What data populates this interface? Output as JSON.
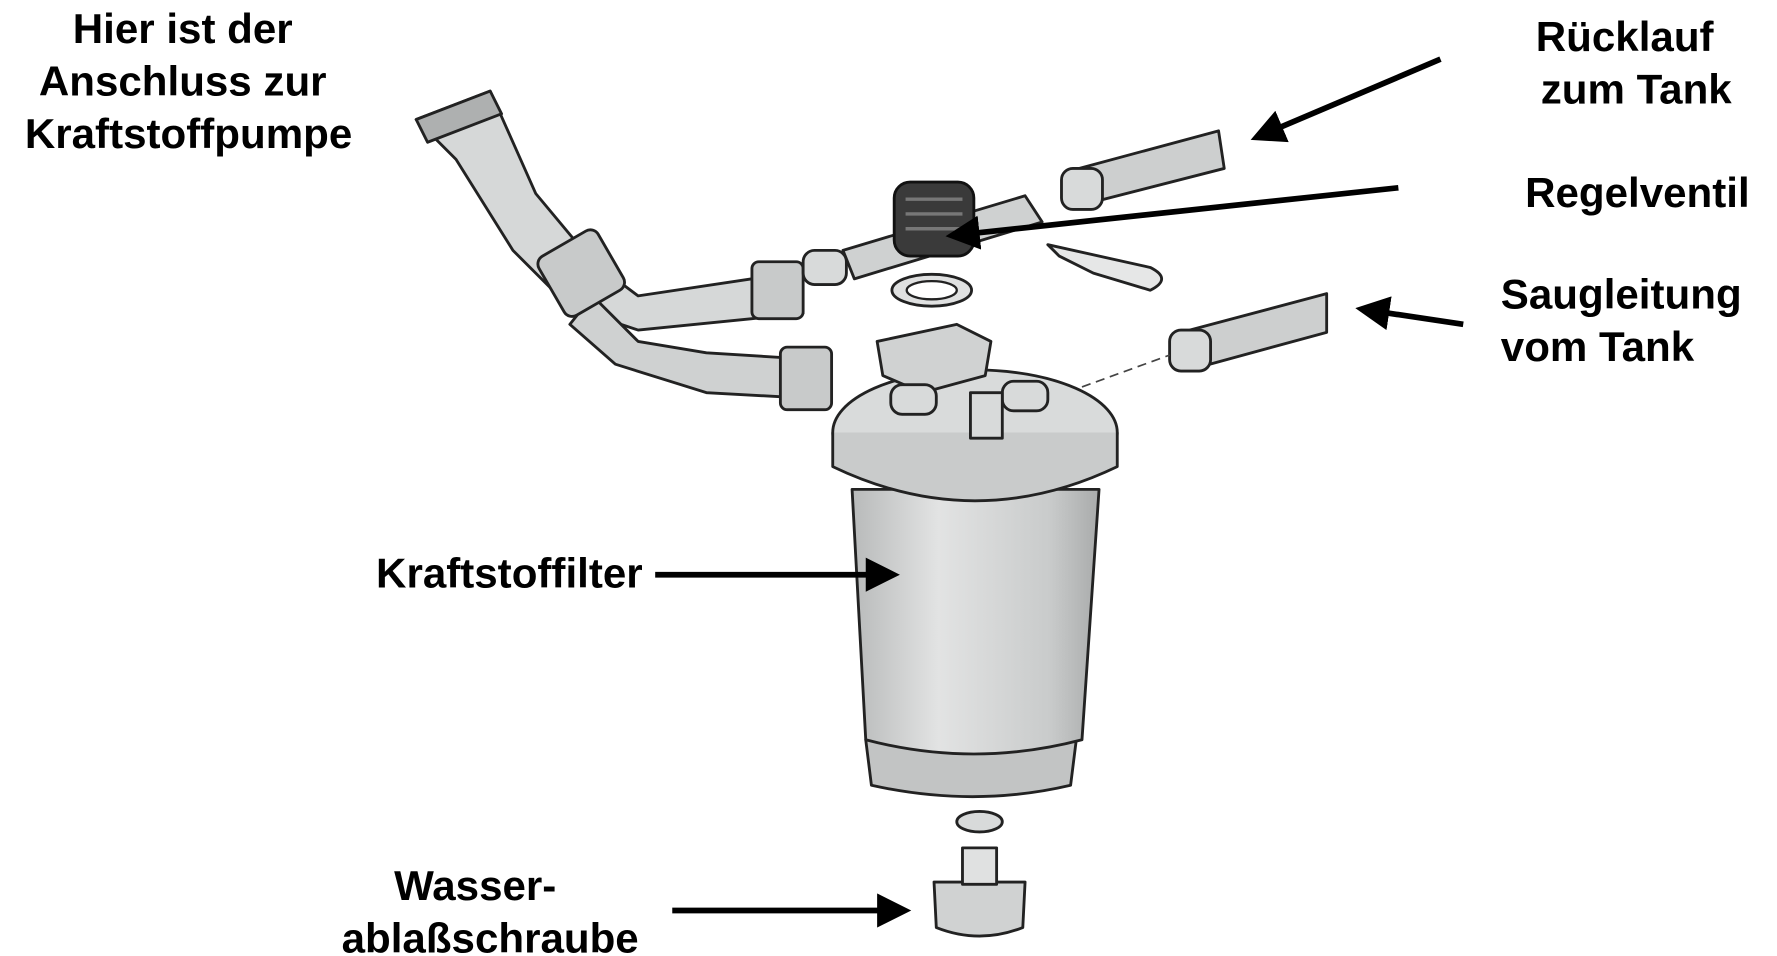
{
  "labels": {
    "pump_connection": [
      "Hier ist der",
      "Anschluss zur",
      "Kraftstoffpumpe"
    ],
    "return_line": [
      "Rücklauf",
      "zum Tank"
    ],
    "control_valve": "Regelventil",
    "suction_line": [
      "Saugleitung",
      "vom Tank"
    ],
    "fuel_filter": "Kraftstoffilter",
    "drain_screw": [
      "Wasser-",
      "ablaßschraube"
    ]
  },
  "colors": {
    "part_fill": "#d4d6d6",
    "part_dark": "#3a3a3a",
    "ink": "#000000"
  }
}
